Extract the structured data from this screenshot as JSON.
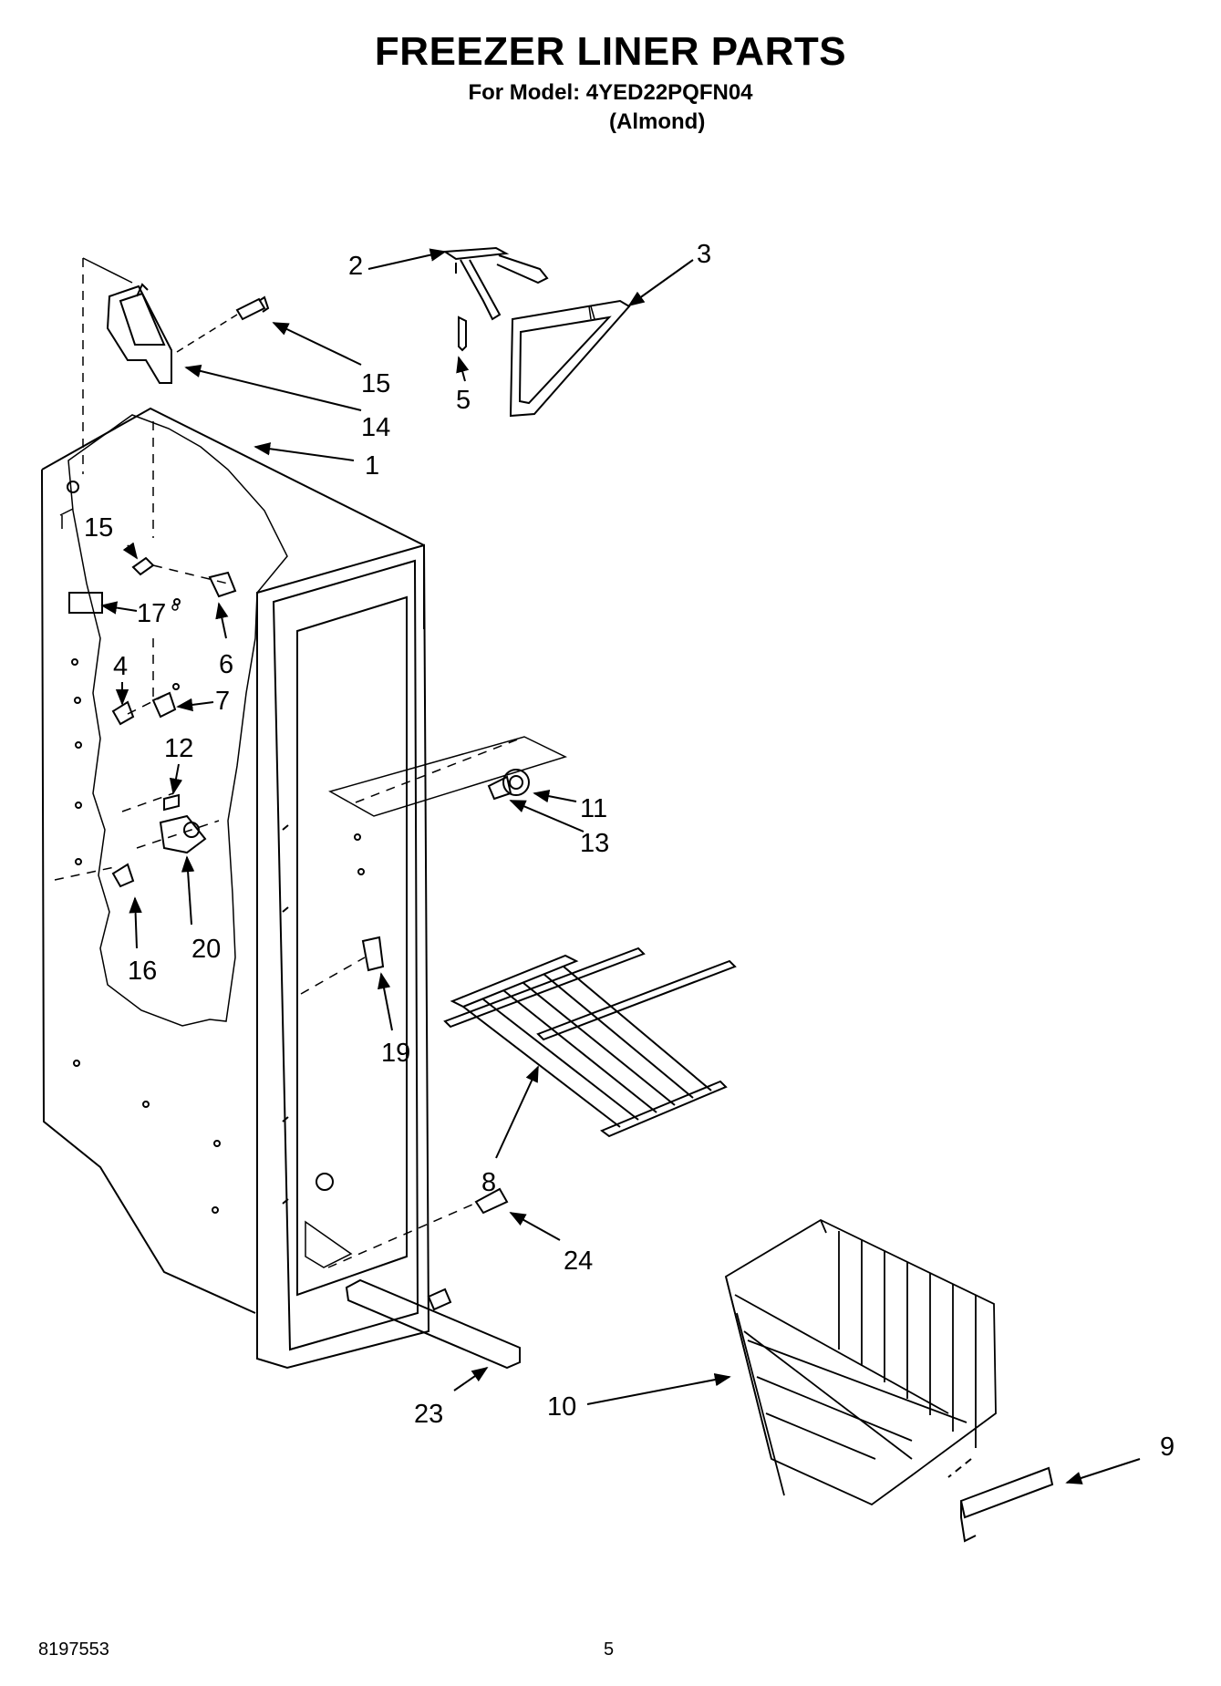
{
  "header": {
    "title": "FREEZER LINER PARTS",
    "model_line": "For Model: 4YED22PQFN04",
    "variant": "(Almond)"
  },
  "callouts": [
    {
      "id": "c1",
      "label": "1"
    },
    {
      "id": "c2",
      "label": "2"
    },
    {
      "id": "c3",
      "label": "3"
    },
    {
      "id": "c4",
      "label": "4"
    },
    {
      "id": "c5",
      "label": "5"
    },
    {
      "id": "c6",
      "label": "6"
    },
    {
      "id": "c7",
      "label": "7"
    },
    {
      "id": "c8",
      "label": "8"
    },
    {
      "id": "c9",
      "label": "9"
    },
    {
      "id": "c10",
      "label": "10"
    },
    {
      "id": "c11",
      "label": "11"
    },
    {
      "id": "c12",
      "label": "12"
    },
    {
      "id": "c13",
      "label": "13"
    },
    {
      "id": "c14",
      "label": "14"
    },
    {
      "id": "c15a",
      "label": "15"
    },
    {
      "id": "c15b",
      "label": "15"
    },
    {
      "id": "c16",
      "label": "16"
    },
    {
      "id": "c17",
      "label": "17"
    },
    {
      "id": "c19",
      "label": "19"
    },
    {
      "id": "c20",
      "label": "20"
    },
    {
      "id": "c23",
      "label": "23"
    },
    {
      "id": "c24",
      "label": "24"
    }
  ],
  "footer": {
    "doc_number": "8197553",
    "page_number": "5"
  }
}
